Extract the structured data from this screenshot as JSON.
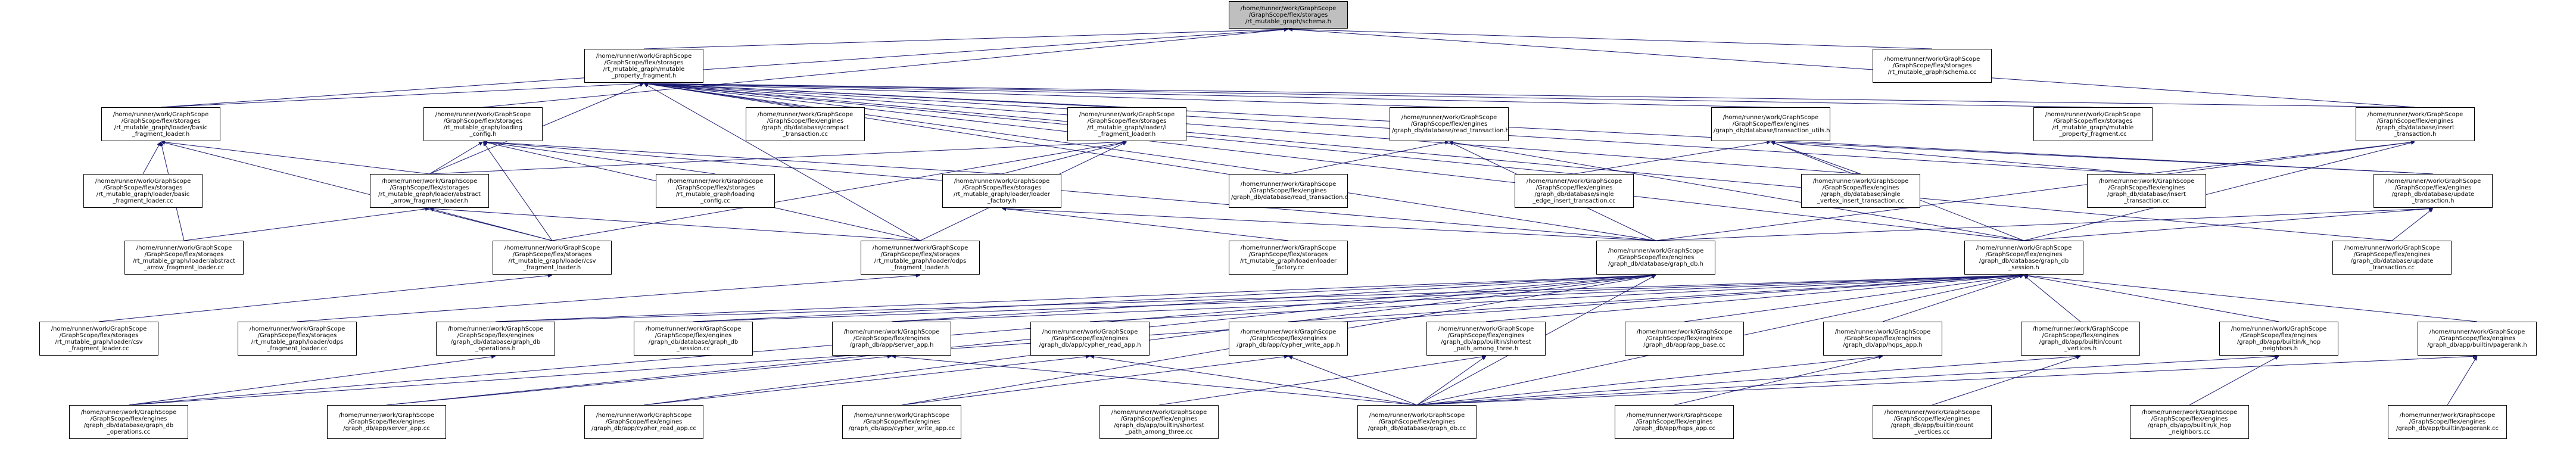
{
  "graph": {
    "edge_color": "#191970",
    "root_fill": "#bfbfbf",
    "node_fill": "#ffffff",
    "nodes": [
      {
        "id": "n1",
        "lines": [
          "/home/runner/work/GraphScope",
          "/GraphScope/flex/storages",
          "/rt_mutable_graph/schema.h"
        ],
        "root": true
      },
      {
        "id": "n2",
        "lines": [
          "/home/runner/work/GraphScope",
          "/GraphScope/flex/storages",
          "/rt_mutable_graph/mutable",
          "_property_fragment.h"
        ]
      },
      {
        "id": "n3",
        "lines": [
          "/home/runner/work/GraphScope",
          "/GraphScope/flex/storages",
          "/rt_mutable_graph/schema.cc"
        ]
      },
      {
        "id": "n4",
        "lines": [
          "/home/runner/work/GraphScope",
          "/GraphScope/flex/storages",
          "/rt_mutable_graph/loader/basic",
          "_fragment_loader.h"
        ]
      },
      {
        "id": "n5",
        "lines": [
          "/home/runner/work/GraphScope",
          "/GraphScope/flex/storages",
          "/rt_mutable_graph/loading",
          "_config.h"
        ]
      },
      {
        "id": "n6",
        "lines": [
          "/home/runner/work/GraphScope",
          "/GraphScope/flex/engines",
          "/graph_db/database/compact",
          "_transaction.cc"
        ]
      },
      {
        "id": "n7",
        "lines": [
          "/home/runner/work/GraphScope",
          "/GraphScope/flex/storages",
          "/rt_mutable_graph/loader/i",
          "_fragment_loader.h"
        ]
      },
      {
        "id": "n8",
        "lines": [
          "/home/runner/work/GraphScope",
          "/GraphScope/flex/engines",
          "/graph_db/database/read_transaction.h"
        ]
      },
      {
        "id": "n9",
        "lines": [
          "/home/runner/work/GraphScope",
          "/GraphScope/flex/engines",
          "/graph_db/database/transaction_utils.h"
        ]
      },
      {
        "id": "n10",
        "lines": [
          "/home/runner/work/GraphScope",
          "/GraphScope/flex/storages",
          "/rt_mutable_graph/mutable",
          "_property_fragment.cc"
        ]
      },
      {
        "id": "n11",
        "lines": [
          "/home/runner/work/GraphScope",
          "/GraphScope/flex/engines",
          "/graph_db/database/insert",
          "_transaction.h"
        ]
      },
      {
        "id": "n12",
        "lines": [
          "/home/runner/work/GraphScope",
          "/GraphScope/flex/storages",
          "/rt_mutable_graph/loader/basic",
          "_fragment_loader.cc"
        ]
      },
      {
        "id": "n13",
        "lines": [
          "/home/runner/work/GraphScope",
          "/GraphScope/flex/storages",
          "/rt_mutable_graph/loader/abstract",
          "_arrow_fragment_loader.h"
        ]
      },
      {
        "id": "n14",
        "lines": [
          "/home/runner/work/GraphScope",
          "/GraphScope/flex/storages",
          "/rt_mutable_graph/loading",
          "_config.cc"
        ]
      },
      {
        "id": "n15",
        "lines": [
          "/home/runner/work/GraphScope",
          "/GraphScope/flex/storages",
          "/rt_mutable_graph/loader/loader",
          "_factory.h"
        ]
      },
      {
        "id": "n16",
        "lines": [
          "/home/runner/work/GraphScope",
          "/GraphScope/flex/engines",
          "/graph_db/database/read_transaction.cc"
        ]
      },
      {
        "id": "n17",
        "lines": [
          "/home/runner/work/GraphScope",
          "/GraphScope/flex/engines",
          "/graph_db/database/single",
          "_edge_insert_transaction.cc"
        ]
      },
      {
        "id": "n18",
        "lines": [
          "/home/runner/work/GraphScope",
          "/GraphScope/flex/engines",
          "/graph_db/database/single",
          "_vertex_insert_transaction.cc"
        ]
      },
      {
        "id": "n19",
        "lines": [
          "/home/runner/work/GraphScope",
          "/GraphScope/flex/engines",
          "/graph_db/database/insert",
          "_transaction.cc"
        ]
      },
      {
        "id": "n20",
        "lines": [
          "/home/runner/work/GraphScope",
          "/GraphScope/flex/engines",
          "/graph_db/database/update",
          "_transaction.h"
        ]
      },
      {
        "id": "n21",
        "lines": [
          "/home/runner/work/GraphScope",
          "/GraphScope/flex/storages",
          "/rt_mutable_graph/loader/abstract",
          "_arrow_fragment_loader.cc"
        ]
      },
      {
        "id": "n22",
        "lines": [
          "/home/runner/work/GraphScope",
          "/GraphScope/flex/storages",
          "/rt_mutable_graph/loader/csv",
          "_fragment_loader.h"
        ]
      },
      {
        "id": "n23",
        "lines": [
          "/home/runner/work/GraphScope",
          "/GraphScope/flex/storages",
          "/rt_mutable_graph/loader/odps",
          "_fragment_loader.h"
        ]
      },
      {
        "id": "n24",
        "lines": [
          "/home/runner/work/GraphScope",
          "/GraphScope/flex/storages",
          "/rt_mutable_graph/loader/loader",
          "_factory.cc"
        ]
      },
      {
        "id": "n25",
        "lines": [
          "/home/runner/work/GraphScope",
          "/GraphScope/flex/engines",
          "/graph_db/database/graph_db.h"
        ]
      },
      {
        "id": "n26",
        "lines": [
          "/home/runner/work/GraphScope",
          "/GraphScope/flex/engines",
          "/graph_db/database/graph_db",
          "_session.h"
        ]
      },
      {
        "id": "n27",
        "lines": [
          "/home/runner/work/GraphScope",
          "/GraphScope/flex/engines",
          "/graph_db/database/update",
          "_transaction.cc"
        ]
      },
      {
        "id": "n28",
        "lines": [
          "/home/runner/work/GraphScope",
          "/GraphScope/flex/storages",
          "/rt_mutable_graph/loader/csv",
          "_fragment_loader.cc"
        ]
      },
      {
        "id": "n29",
        "lines": [
          "/home/runner/work/GraphScope",
          "/GraphScope/flex/storages",
          "/rt_mutable_graph/loader/odps",
          "_fragment_loader.cc"
        ]
      },
      {
        "id": "n30",
        "lines": [
          "/home/runner/work/GraphScope",
          "/GraphScope/flex/engines",
          "/graph_db/database/graph_db",
          "_operations.h"
        ]
      },
      {
        "id": "n31",
        "lines": [
          "/home/runner/work/GraphScope",
          "/GraphScope/flex/engines",
          "/graph_db/database/graph_db",
          "_session.cc"
        ]
      },
      {
        "id": "n32",
        "lines": [
          "/home/runner/work/GraphScope",
          "/GraphScope/flex/engines",
          "/graph_db/app/server_app.h"
        ]
      },
      {
        "id": "n33",
        "lines": [
          "/home/runner/work/GraphScope",
          "/GraphScope/flex/engines",
          "/graph_db/app/cypher_read_app.h"
        ]
      },
      {
        "id": "n34",
        "lines": [
          "/home/runner/work/GraphScope",
          "/GraphScope/flex/engines",
          "/graph_db/app/cypher_write_app.h"
        ]
      },
      {
        "id": "n35",
        "lines": [
          "/home/runner/work/GraphScope",
          "/GraphScope/flex/engines",
          "/graph_db/app/builtin/shortest",
          "_path_among_three.h"
        ]
      },
      {
        "id": "n36",
        "lines": [
          "/home/runner/work/GraphScope",
          "/GraphScope/flex/engines",
          "/graph_db/app/app_base.cc"
        ]
      },
      {
        "id": "n37",
        "lines": [
          "/home/runner/work/GraphScope",
          "/GraphScope/flex/engines",
          "/graph_db/app/hqps_app.h"
        ]
      },
      {
        "id": "n38",
        "lines": [
          "/home/runner/work/GraphScope",
          "/GraphScope/flex/engines",
          "/graph_db/app/builtin/count",
          "_vertices.h"
        ]
      },
      {
        "id": "n39",
        "lines": [
          "/home/runner/work/GraphScope",
          "/GraphScope/flex/engines",
          "/graph_db/app/builtin/k_hop",
          "_neighbors.h"
        ]
      },
      {
        "id": "n40",
        "lines": [
          "/home/runner/work/GraphScope",
          "/GraphScope/flex/engines",
          "/graph_db/app/builtin/pagerank.h"
        ]
      },
      {
        "id": "n41",
        "lines": [
          "/home/runner/work/GraphScope",
          "/GraphScope/flex/engines",
          "/graph_db/database/graph_db",
          "_operations.cc"
        ]
      },
      {
        "id": "n42",
        "lines": [
          "/home/runner/work/GraphScope",
          "/GraphScope/flex/engines",
          "/graph_db/app/server_app.cc"
        ]
      },
      {
        "id": "n43",
        "lines": [
          "/home/runner/work/GraphScope",
          "/GraphScope/flex/engines",
          "/graph_db/app/cypher_read_app.cc"
        ]
      },
      {
        "id": "n44",
        "lines": [
          "/home/runner/work/GraphScope",
          "/GraphScope/flex/engines",
          "/graph_db/app/cypher_write_app.cc"
        ]
      },
      {
        "id": "n45",
        "lines": [
          "/home/runner/work/GraphScope",
          "/GraphScope/flex/engines",
          "/graph_db/app/builtin/shortest",
          "_path_among_three.cc"
        ]
      },
      {
        "id": "n46",
        "lines": [
          "/home/runner/work/GraphScope",
          "/GraphScope/flex/engines",
          "/graph_db/database/graph_db.cc"
        ]
      },
      {
        "id": "n47",
        "lines": [
          "/home/runner/work/GraphScope",
          "/GraphScope/flex/engines",
          "/graph_db/app/hqps_app.cc"
        ]
      },
      {
        "id": "n48",
        "lines": [
          "/home/runner/work/GraphScope",
          "/GraphScope/flex/engines",
          "/graph_db/app/builtin/count",
          "_vertices.cc"
        ]
      },
      {
        "id": "n49",
        "lines": [
          "/home/runner/work/GraphScope",
          "/GraphScope/flex/engines",
          "/graph_db/app/builtin/k_hop",
          "_neighbors.cc"
        ]
      },
      {
        "id": "n50",
        "lines": [
          "/home/runner/work/GraphScope",
          "/GraphScope/flex/engines",
          "/graph_db/app/builtin/pagerank.cc"
        ]
      }
    ],
    "edges": [
      [
        "n1",
        "n2"
      ],
      [
        "n1",
        "n3"
      ],
      [
        "n1",
        "n4"
      ],
      [
        "n1",
        "n5"
      ],
      [
        "n1",
        "n11"
      ],
      [
        "n2",
        "n4"
      ],
      [
        "n2",
        "n6"
      ],
      [
        "n2",
        "n7"
      ],
      [
        "n2",
        "n8"
      ],
      [
        "n2",
        "n9"
      ],
      [
        "n2",
        "n10"
      ],
      [
        "n2",
        "n11"
      ],
      [
        "n2",
        "n13"
      ],
      [
        "n2",
        "n16"
      ],
      [
        "n2",
        "n17"
      ],
      [
        "n2",
        "n18"
      ],
      [
        "n2",
        "n19"
      ],
      [
        "n2",
        "n20"
      ],
      [
        "n2",
        "n25"
      ],
      [
        "n2",
        "n26"
      ],
      [
        "n2",
        "n27"
      ],
      [
        "n2",
        "n23"
      ],
      [
        "n4",
        "n12"
      ],
      [
        "n4",
        "n13"
      ],
      [
        "n4",
        "n21"
      ],
      [
        "n4",
        "n22"
      ],
      [
        "n5",
        "n13"
      ],
      [
        "n5",
        "n14"
      ],
      [
        "n5",
        "n15"
      ],
      [
        "n5",
        "n22"
      ],
      [
        "n5",
        "n23"
      ],
      [
        "n5",
        "n25"
      ],
      [
        "n7",
        "n13"
      ],
      [
        "n7",
        "n15"
      ],
      [
        "n7",
        "n22"
      ],
      [
        "n7",
        "n23"
      ],
      [
        "n8",
        "n16"
      ],
      [
        "n8",
        "n25"
      ],
      [
        "n8",
        "n26"
      ],
      [
        "n9",
        "n17"
      ],
      [
        "n9",
        "n18"
      ],
      [
        "n9",
        "n19"
      ],
      [
        "n9",
        "n20"
      ],
      [
        "n9",
        "n26"
      ],
      [
        "n11",
        "n19"
      ],
      [
        "n11",
        "n25"
      ],
      [
        "n11",
        "n26"
      ],
      [
        "n13",
        "n21"
      ],
      [
        "n13",
        "n22"
      ],
      [
        "n13",
        "n23"
      ],
      [
        "n15",
        "n24"
      ],
      [
        "n15",
        "n25"
      ],
      [
        "n20",
        "n25"
      ],
      [
        "n20",
        "n26"
      ],
      [
        "n20",
        "n27"
      ],
      [
        "n22",
        "n28"
      ],
      [
        "n23",
        "n29"
      ],
      [
        "n25",
        "n30"
      ],
      [
        "n25",
        "n31"
      ],
      [
        "n25",
        "n32"
      ],
      [
        "n25",
        "n41"
      ],
      [
        "n25",
        "n42"
      ],
      [
        "n25",
        "n43"
      ],
      [
        "n25",
        "n44"
      ],
      [
        "n25",
        "n46"
      ],
      [
        "n26",
        "n30"
      ],
      [
        "n26",
        "n31"
      ],
      [
        "n26",
        "n32"
      ],
      [
        "n26",
        "n33"
      ],
      [
        "n26",
        "n34"
      ],
      [
        "n26",
        "n35"
      ],
      [
        "n26",
        "n36"
      ],
      [
        "n26",
        "n37"
      ],
      [
        "n26",
        "n38"
      ],
      [
        "n26",
        "n39"
      ],
      [
        "n26",
        "n40"
      ],
      [
        "n26",
        "n41"
      ],
      [
        "n26",
        "n46"
      ],
      [
        "n30",
        "n41"
      ],
      [
        "n32",
        "n42"
      ],
      [
        "n32",
        "n46"
      ],
      [
        "n33",
        "n43"
      ],
      [
        "n33",
        "n46"
      ],
      [
        "n34",
        "n44"
      ],
      [
        "n34",
        "n46"
      ],
      [
        "n35",
        "n45"
      ],
      [
        "n35",
        "n46"
      ],
      [
        "n37",
        "n47"
      ],
      [
        "n37",
        "n46"
      ],
      [
        "n38",
        "n48"
      ],
      [
        "n38",
        "n46"
      ],
      [
        "n39",
        "n49"
      ],
      [
        "n39",
        "n46"
      ],
      [
        "n40",
        "n50"
      ],
      [
        "n40",
        "n46"
      ]
    ]
  }
}
